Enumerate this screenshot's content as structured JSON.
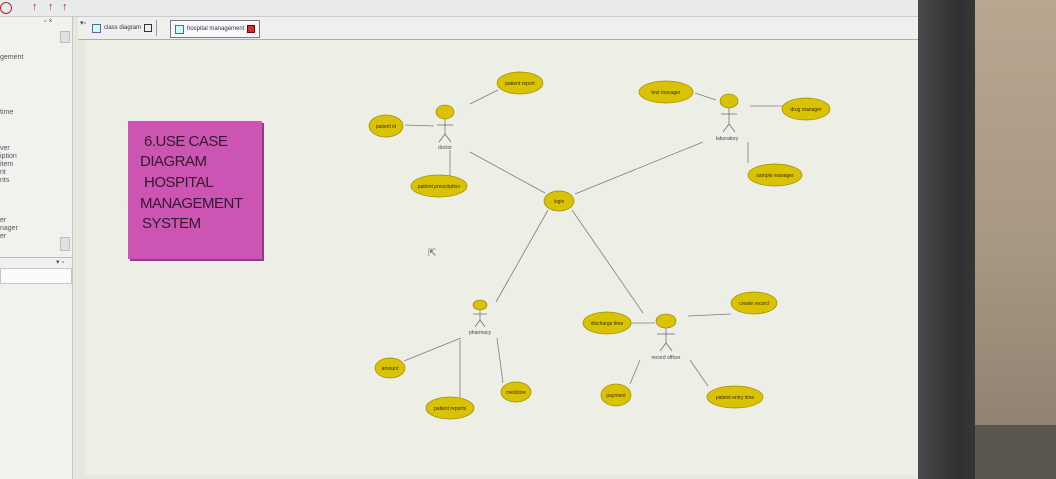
{
  "tabs": [
    {
      "label": "class diagram"
    },
    {
      "label": "hospital management"
    }
  ],
  "left_panel": {
    "items": [
      "gement",
      "time",
      "ver",
      "iption",
      "item",
      "nt",
      "nts",
      "er",
      "nager",
      "er"
    ]
  },
  "title_note": {
    "lines": [
      "6.USE CASE",
      "DIAGRAM",
      "HOSPITAL",
      "MANAGEMENT",
      "SYSTEM"
    ]
  },
  "actors": {
    "doctor": "doctor",
    "laboratory": "laboratory",
    "pharmacy": "pharmacy",
    "record_officer": "record officer"
  },
  "use_cases": {
    "patient_report_top": "patient report",
    "patient_id": "patient id",
    "patient_prescription": "patient prescription",
    "login": "login",
    "test_manager": "test manager",
    "drug_manager": "drug manager",
    "sample_manager": "sample manager",
    "create_record": "create record",
    "discharge_time": "discharge time",
    "payment": "payment",
    "patient_entry_time": "patient entry time",
    "amount": "amount",
    "medicine": "medicine",
    "patient_reports": "patient reports"
  },
  "colors": {
    "use_case_fill": "#d9c200",
    "note_fill": "#cc55b4"
  }
}
